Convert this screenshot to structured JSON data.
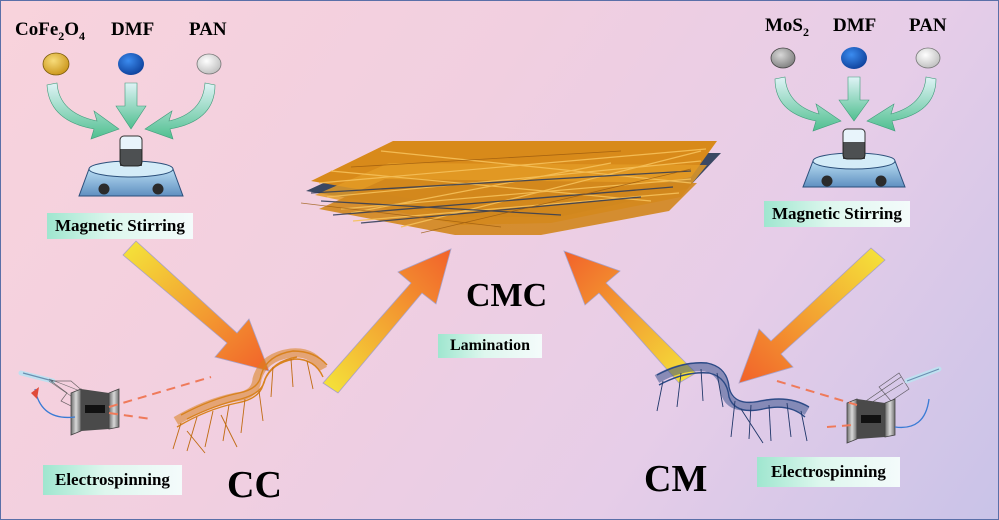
{
  "left_reagents": {
    "cofe2o4": {
      "main": "CoFe",
      "sub1": "2",
      "mid": "O",
      "sub2": "4"
    },
    "dmf": "DMF",
    "pan": "PAN"
  },
  "right_reagents": {
    "mos2": {
      "main": "MoS",
      "sub": "2"
    },
    "dmf": "DMF",
    "pan": "PAN"
  },
  "labels": {
    "magnetic_stirring_left": "Magnetic Stirring",
    "magnetic_stirring_right": "Magnetic Stirring",
    "electrospinning_left": "Electrospinning",
    "electrospinning_right": "Electrospinning",
    "lamination": "Lamination",
    "cc": "CC",
    "cm": "CM",
    "cmc": "CMC"
  },
  "colors": {
    "cofe2o4_dot": "#e3b93a",
    "dmf_dot": "#1e63c8",
    "pan_dot": "#eeeeee",
    "mos2_dot": "#b5b5b5",
    "cc_fiber": "#d8821e",
    "cm_fiber": "#2c4a86",
    "cmc_fiber": "#e0901c"
  }
}
